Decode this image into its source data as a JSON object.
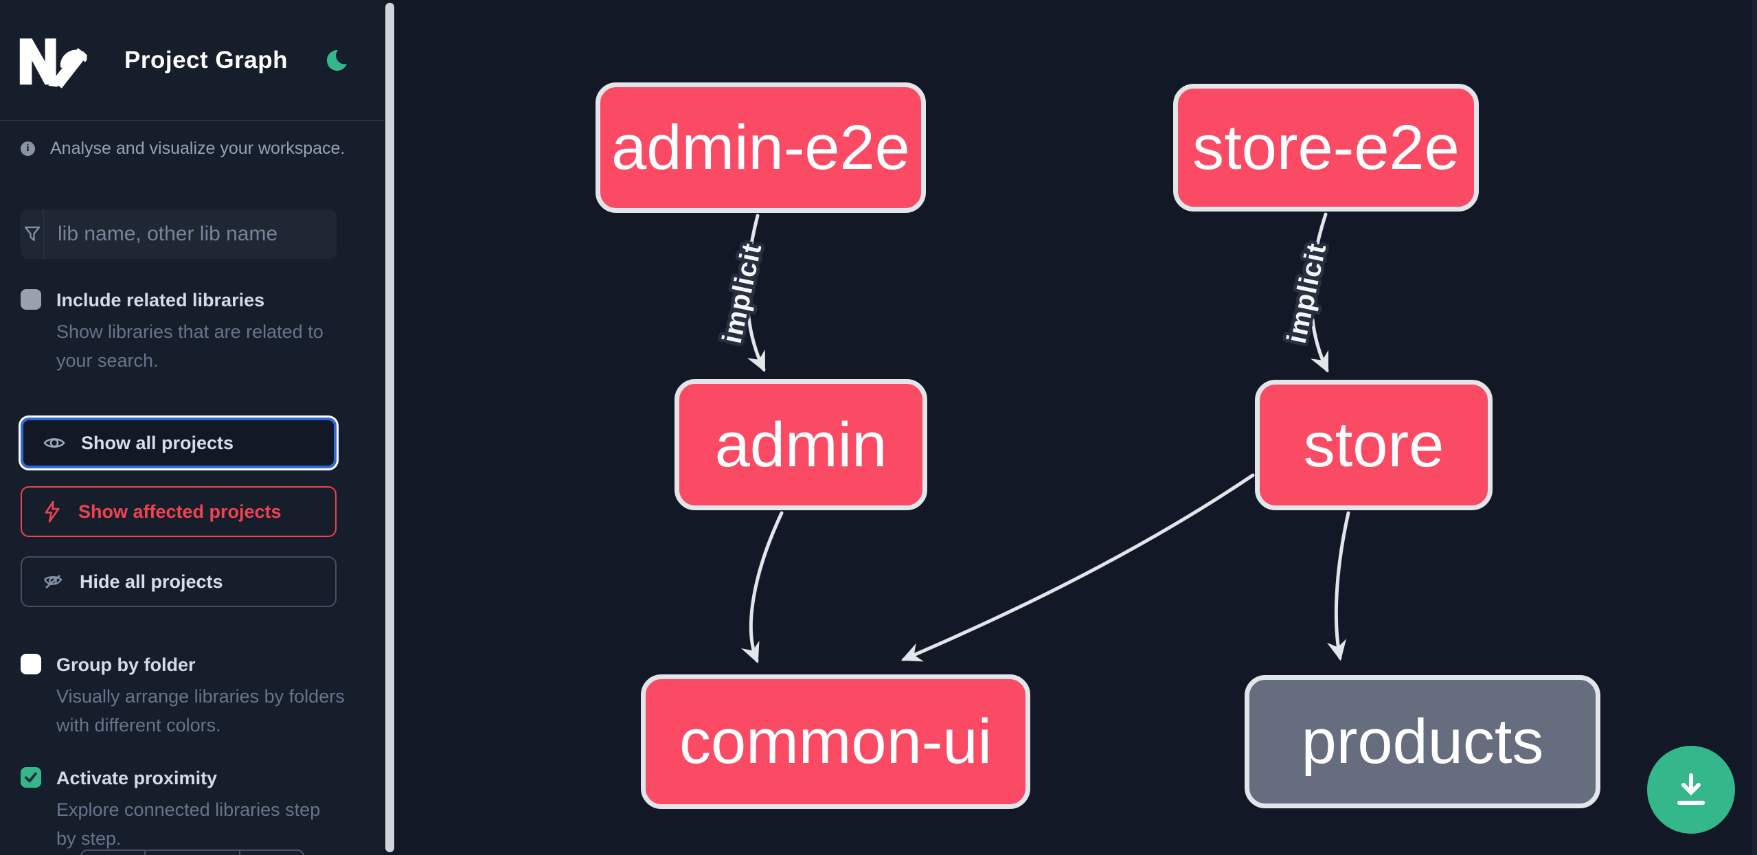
{
  "header": {
    "logo": "Nx",
    "title": "Project Graph",
    "theme_icon": "moon-icon"
  },
  "sidebar": {
    "tagline": "Analyse and visualize your workspace.",
    "search": {
      "placeholder": "lib name, other lib name",
      "icon": "filter-funnel-icon",
      "value": ""
    },
    "options": [
      {
        "label": "Include related libraries",
        "description": "Show libraries that are related to your search.",
        "checked": false
      },
      {
        "label": "Group by folder",
        "description": "Visually arrange libraries by folders with different colors.",
        "checked": false
      },
      {
        "label": "Activate proximity",
        "description": "Explore connected libraries step by step.",
        "checked": true
      }
    ],
    "buttons": [
      {
        "label": "Show all projects",
        "icon": "eye-icon",
        "state": "focused"
      },
      {
        "label": "Show affected projects",
        "icon": "bolt-icon",
        "state": "affected"
      },
      {
        "label": "Hide all projects",
        "icon": "eye-off-icon",
        "state": "default"
      }
    ]
  },
  "graph": {
    "nodes": [
      {
        "id": "admin-e2e",
        "label": "admin-e2e",
        "kind": "app"
      },
      {
        "id": "store-e2e",
        "label": "store-e2e",
        "kind": "app"
      },
      {
        "id": "admin",
        "label": "admin",
        "kind": "app"
      },
      {
        "id": "store",
        "label": "store",
        "kind": "app"
      },
      {
        "id": "common-ui",
        "label": "common-ui",
        "kind": "app"
      },
      {
        "id": "products",
        "label": "products",
        "kind": "lib"
      }
    ],
    "edges": [
      {
        "from": "admin-e2e",
        "to": "admin",
        "label": "implicit"
      },
      {
        "from": "store-e2e",
        "to": "store",
        "label": "implicit"
      },
      {
        "from": "admin",
        "to": "common-ui",
        "label": ""
      },
      {
        "from": "store",
        "to": "common-ui",
        "label": ""
      },
      {
        "from": "store",
        "to": "products",
        "label": ""
      }
    ]
  },
  "fab": {
    "icon": "download-icon"
  },
  "colors": {
    "canvas_bg": "#121826",
    "sidebar_bg": "#161d2b",
    "node_app": "#fa4a64",
    "node_lib": "#656d7e",
    "node_border": "#e2e5e9",
    "edge": "#e2e5e9",
    "accent_green": "#34b78b",
    "accent_blue": "#2e6be0",
    "accent_red": "#ef4350"
  }
}
